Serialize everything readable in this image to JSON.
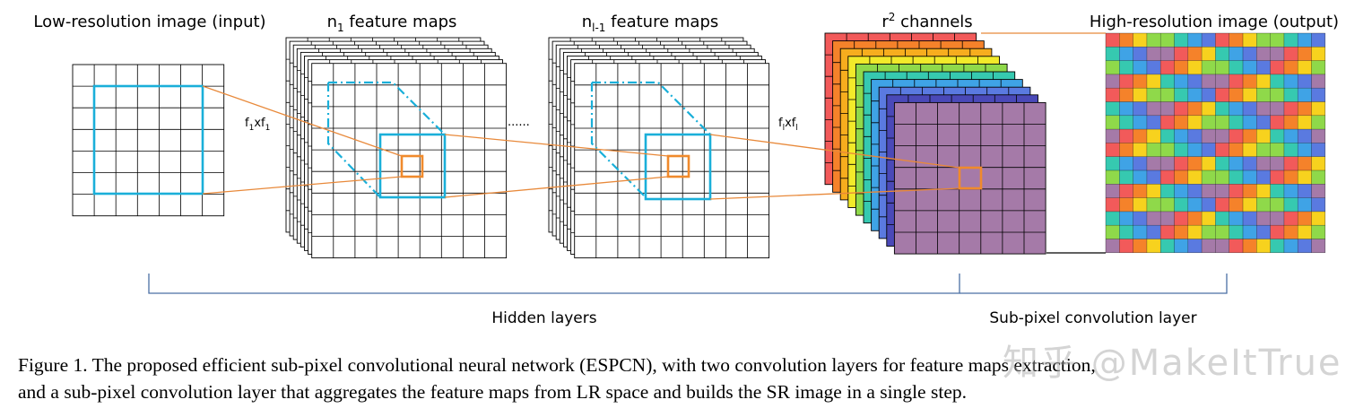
{
  "labels": {
    "lr_input": "Low-resolution image (input)",
    "n1_prefix": "n",
    "n1_sub": "1",
    "n1_suffix": " feature maps",
    "nl_prefix": "n",
    "nl_sub": "l-1",
    "nl_suffix": " feature maps",
    "r2_prefix": "r",
    "r2_sup": "2",
    "r2_suffix": " channels",
    "hr_output": "High-resolution image (output)",
    "f1_a": "f",
    "f1_a_sub": "1",
    "f1_x": "xf",
    "f1_b_sub": "1",
    "fl_a": "f",
    "fl_a_sub": "l",
    "fl_x": "xf",
    "fl_b_sub": "l",
    "dots": "......",
    "hidden_layers": "Hidden layers",
    "subpixel_layer": "Sub-pixel convolution layer"
  },
  "caption": {
    "line1": "Figure 1. The proposed efficient sub-pixel convolutional neural network (ESPCN), with two convolution layers for feature maps extraction,",
    "line2": "and a sub-pixel convolution layer that aggregates the feature maps from LR space and builds the SR image in a single step."
  },
  "watermark": "知乎 @MakeItTrue",
  "colors": {
    "grid": "#000000",
    "highlight_blue": "#1aafd9",
    "highlight_orange": "#f08a2c",
    "connector_orange": "#e8893a",
    "bracket_blue": "#4a6fa5",
    "channels": [
      "#f25a5a",
      "#f5822a",
      "#f7ad1e",
      "#f2ea2a",
      "#8fd94a",
      "#36c9b0",
      "#3fa3e6",
      "#5a7ae0",
      "#4a49b8",
      "#a57aa8"
    ],
    "hr_palette": [
      "#f25a5a",
      "#f5822a",
      "#f7d21e",
      "#8fd94a",
      "#36c9b0",
      "#3fa3e6",
      "#5a7ae0",
      "#a57aa8"
    ]
  }
}
